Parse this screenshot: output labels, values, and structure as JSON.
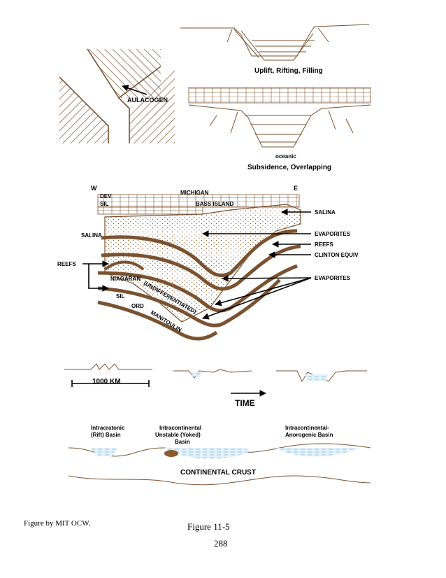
{
  "panel_aulacogen": {
    "label": "AULACOGEN"
  },
  "panel_rift": {
    "caption_top": "Uplift, Rifting, Filling",
    "oceanic_label": "oceanic",
    "caption_bottom": "Subsidence, Overlapping"
  },
  "cross_section": {
    "west": "W",
    "east": "E",
    "dev": "DEV",
    "sil": "SIL",
    "michigan": "MICHIGAN",
    "bass_island": "BASS ISLAND",
    "salina_right": "SALINA",
    "salina_left": "SALINA",
    "evaporites_1": "EVAPORITES",
    "reefs_right": "REEFS",
    "clinton": "CLINTON EQUIV",
    "reefs_left": "REEFS",
    "evaporites_2": "EVAPORITES",
    "niagaran": "NIAGARAN",
    "undifferentiated": "(UNDIFFERENTIATED)",
    "sil_lower": "SIL",
    "ord": "ORD",
    "manitoulin": "MANITOULIN"
  },
  "evolution": {
    "scale": "1000 KM",
    "time": "TIME",
    "basin_1": [
      "Intracratonic",
      "(Rift) Basin"
    ],
    "basin_2": [
      "Intracontinental",
      "Unstable (Yoked)",
      "Basin"
    ],
    "basin_3": [
      "Intracontinental-",
      "Anorogenic Basin"
    ],
    "crust": "CONTINENTAL CRUST"
  },
  "footer": {
    "credit": "Figure by MIT OCW.",
    "caption": "Figure 11-5",
    "page": "288"
  },
  "colors": {
    "strata": "#7a5230",
    "water": "#5aa7d6",
    "dots": "#8b5a2b"
  }
}
